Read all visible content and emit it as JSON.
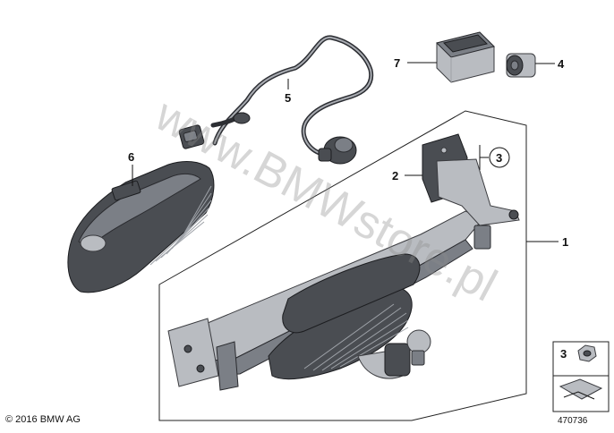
{
  "callouts": {
    "c1": "1",
    "c2": "2",
    "c3": "3",
    "c4": "4",
    "c5": "5",
    "c6": "6",
    "c7": "7",
    "legend_number": "3"
  },
  "watermark": "www.BMWstore.pl",
  "copyright": "© 2016 BMW AG",
  "diagram_id": "470736",
  "icons": {
    "legend_symbol": "arrow-sheet-icon"
  },
  "colors": {
    "part_dark": "#4a4d52",
    "part_light": "#b9bcc1",
    "line": "#111111"
  }
}
